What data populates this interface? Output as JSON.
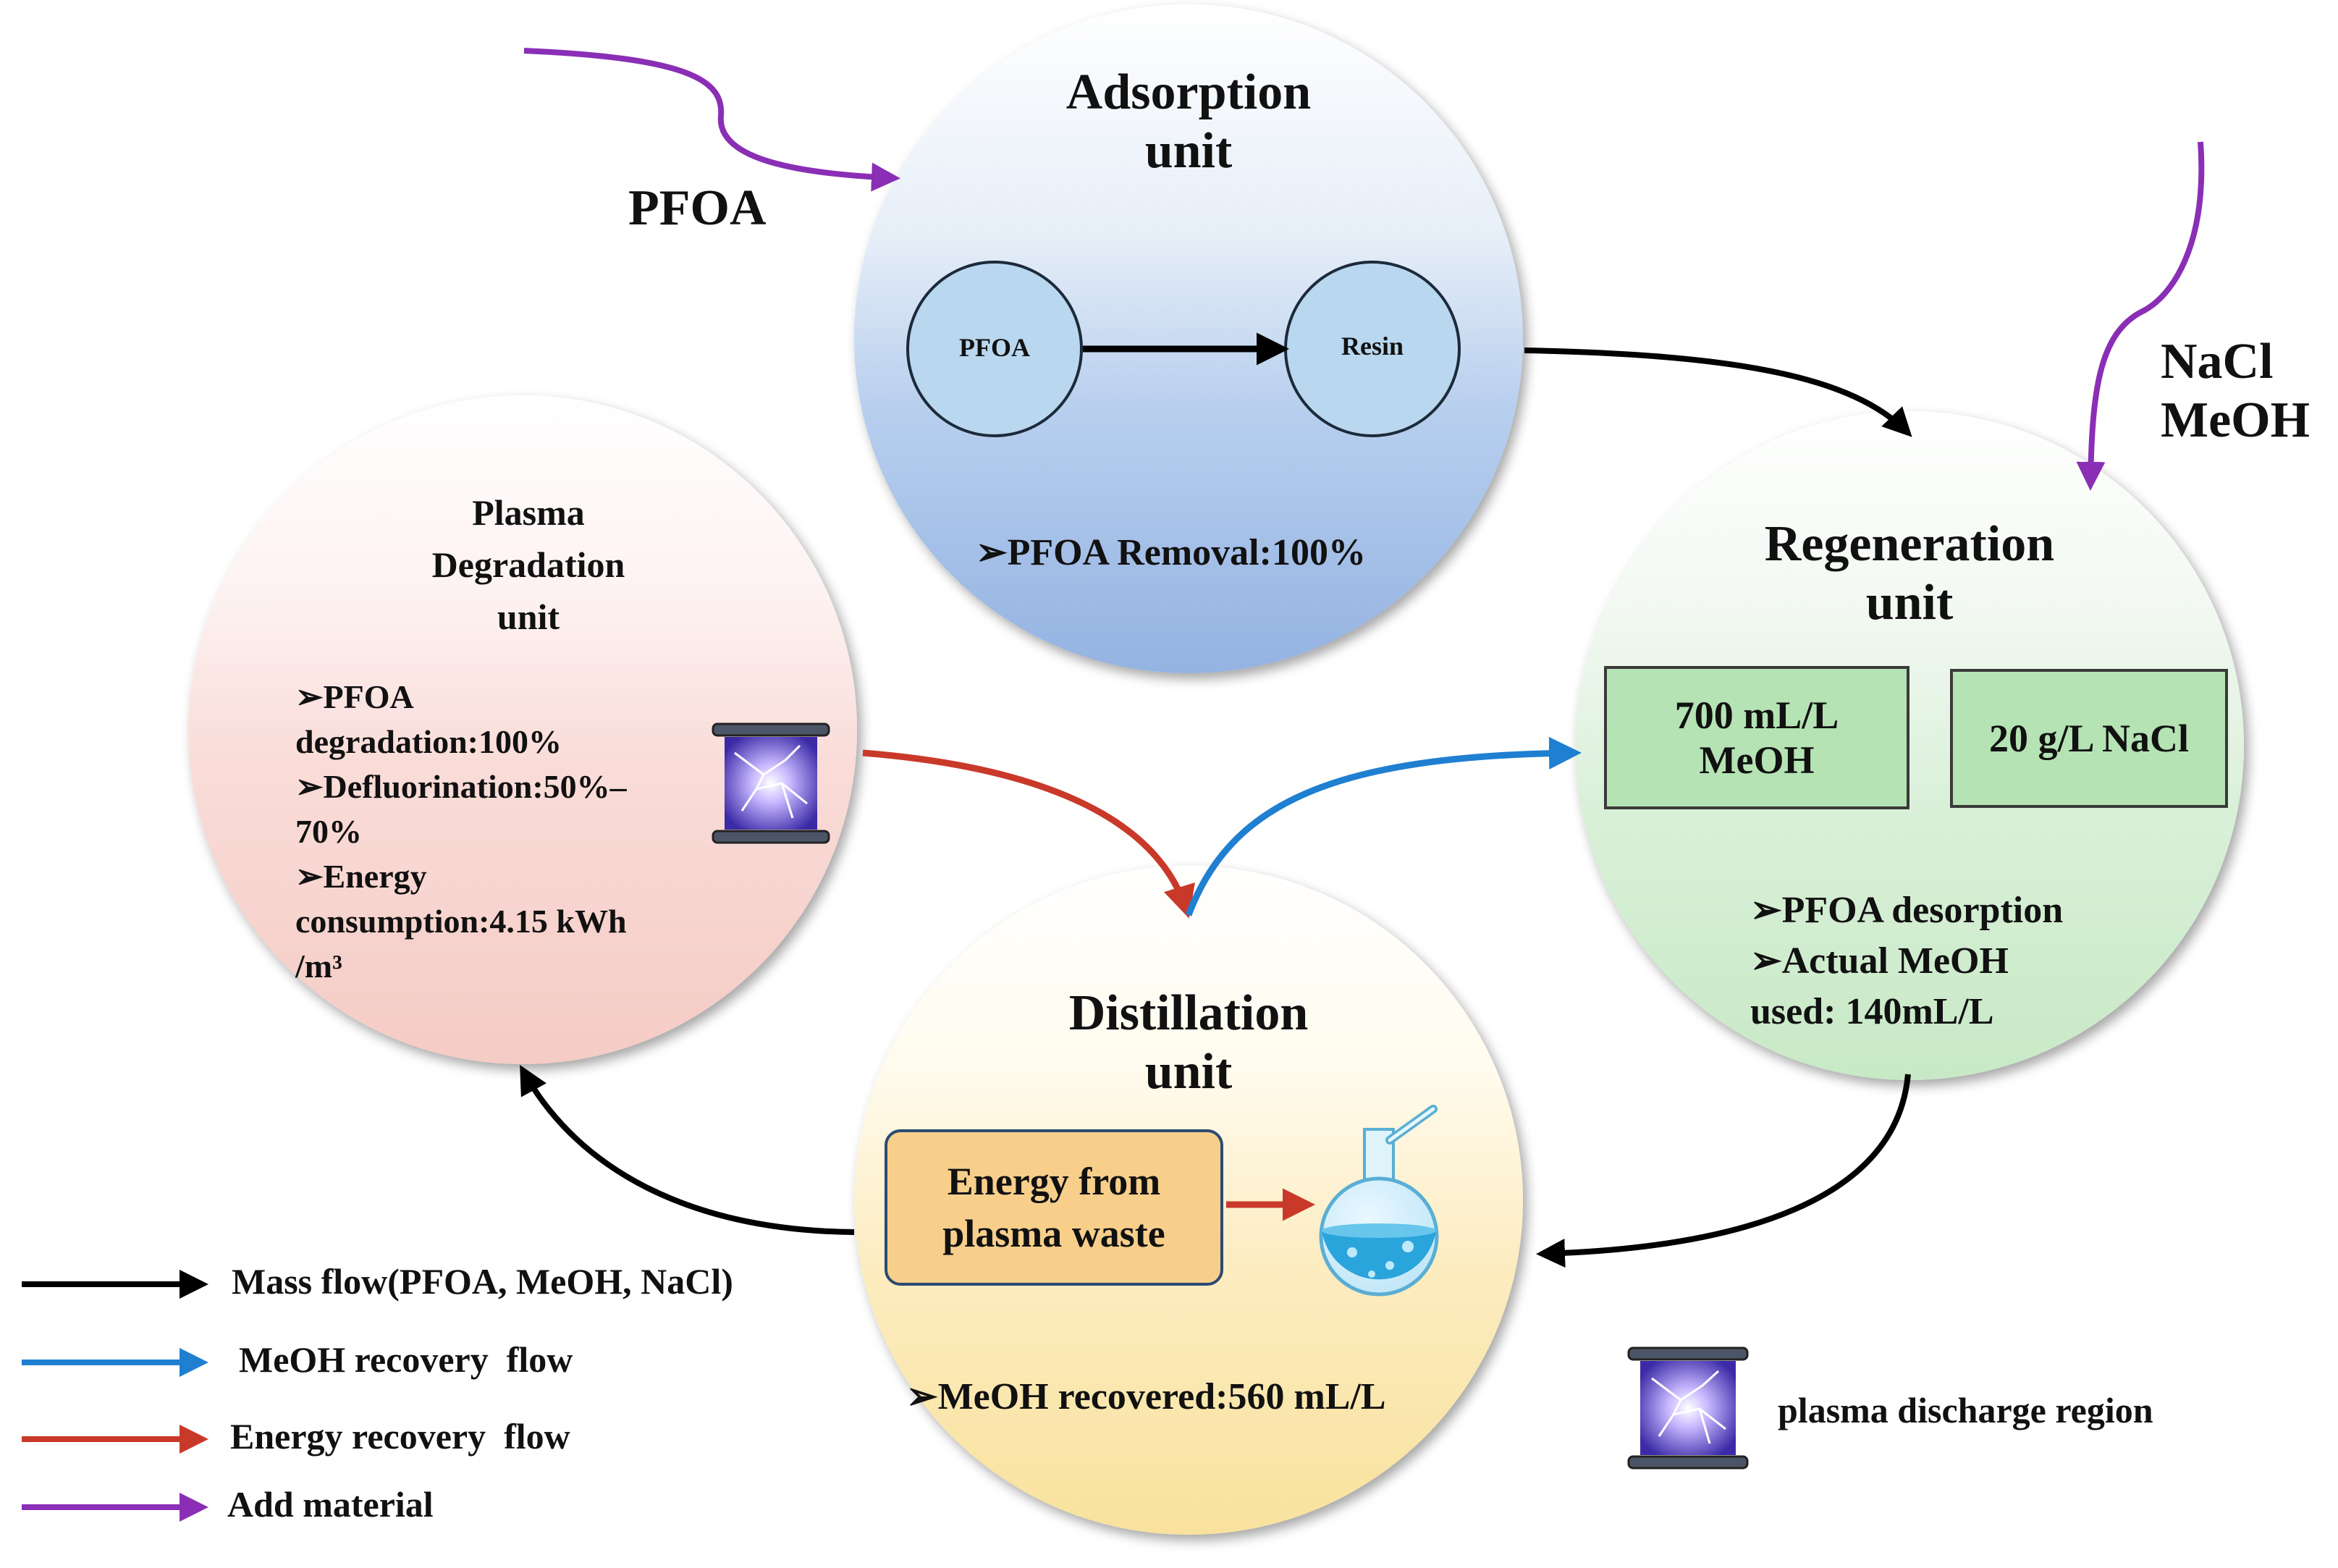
{
  "adsorption": {
    "title_line1": "Adsorption",
    "title_line2": "unit",
    "node_left": "PFOA",
    "node_right": "Resin",
    "bullet": "➢PFOA Removal:100%"
  },
  "regeneration": {
    "title_line1": "Regeneration",
    "title_line2": "unit",
    "box1_line1": "700 mL/L",
    "box1_line2": "MeOH",
    "box2": "20 g/L NaCl",
    "bullet1": "➢PFOA desorption",
    "bullet2": "➢Actual MeOH",
    "bullet3": "used: 140mL/L"
  },
  "distillation": {
    "title_line1": "Distillation",
    "title_line2": "unit",
    "energy_line1": "Energy from",
    "energy_line2": "plasma waste",
    "bullet": "➢MeOH recovered:560 mL/L",
    "flask_icon": "flask-icon"
  },
  "plasma": {
    "title_line1": "Plasma",
    "title_line2": "Degradation",
    "title_line3": "unit",
    "bullet1_line1": "➢PFOA",
    "bullet1_line2": "degradation:100%",
    "bullet2_line1": "➢Defluorination:50%–",
    "bullet2_line2": "70%",
    "bullet3_line1": "➢Energy",
    "bullet3_line2": "consumption:4.15 kWh",
    "bullet3_line3": "/m³",
    "icon": "plasma-discharge-icon"
  },
  "inputs": {
    "pfoa_label": "PFOA",
    "nacl_label": "NaCl",
    "meoh_label": "MeOH"
  },
  "legend": {
    "mass_flow": "Mass flow(PFOA, MeOH, NaCl)",
    "meoh_recovery": "MeOH recovery  flow",
    "energy_recovery": "Energy recovery  flow",
    "add_material": "Add material",
    "plasma_region": "plasma discharge region"
  },
  "colors": {
    "mass_flow": "#000000",
    "meoh_recovery": "#1f7fd1",
    "energy_recovery": "#c9392a",
    "add_material": "#8a2fb5",
    "adsorption_fill": "#9fbde6",
    "regeneration_fill": "#cfeccf",
    "distillation_fill": "#fbe7a6",
    "plasma_fill": "#f7d0cc"
  }
}
